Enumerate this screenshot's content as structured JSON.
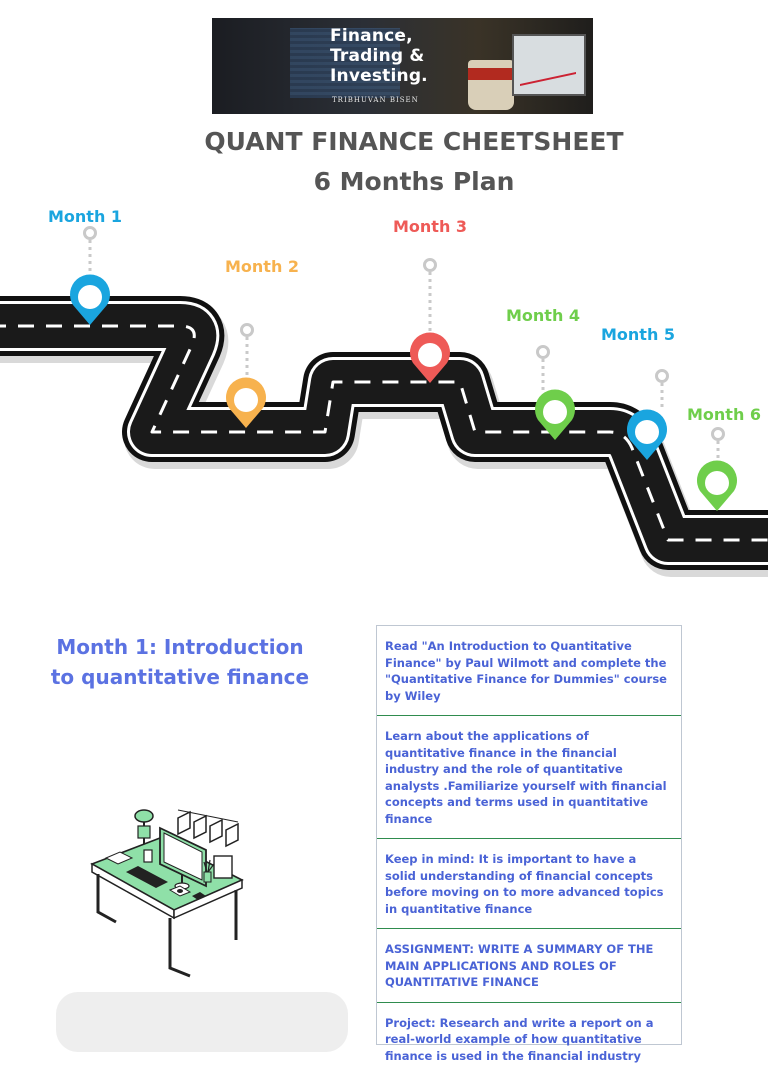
{
  "banner": {
    "lines": [
      "Finance,",
      "Trading &",
      "Investing."
    ],
    "author": "TRIBHUVAN BISEN"
  },
  "title": {
    "line1": "QUANT FINANCE CHEETSHEET",
    "line2": "6 Months Plan"
  },
  "roadmap": {
    "months": [
      {
        "label": "Month 1",
        "color": "#1aa5df"
      },
      {
        "label": "Month 2",
        "color": "#f7b24e"
      },
      {
        "label": "Month 3",
        "color": "#ee5a57"
      },
      {
        "label": "Month 4",
        "color": "#6fce4b"
      },
      {
        "label": "Month 5",
        "color": "#1aa5df"
      },
      {
        "label": "Month 6",
        "color": "#6fce4b"
      }
    ]
  },
  "month1": {
    "heading_line1": "Month 1: Introduction",
    "heading_line2": "to quantitative finance",
    "tasks": [
      "Read \"An Introduction to Quantitative Finance\" by Paul Wilmott and complete the \"Quantitative Finance for Dummies\" course by Wiley",
      "Learn about the applications of quantitative finance in the financial industry and the role of quantitative analysts .Familiarize yourself with financial concepts and terms used in quantitative finance",
      "Keep in mind: It is important to have a solid understanding of financial concepts before moving on to more advanced topics in quantitative finance",
      "ASSIGNMENT: WRITE A SUMMARY OF THE MAIN APPLICATIONS AND ROLES OF QUANTITATIVE FINANCE",
      "Project: Research and write a report on a real-world example of how quantitative finance is used in the financial industry"
    ]
  },
  "colors": {
    "heading": "#5b72e2",
    "task_text": "#4a63d6",
    "road": "#1a1a1a"
  }
}
